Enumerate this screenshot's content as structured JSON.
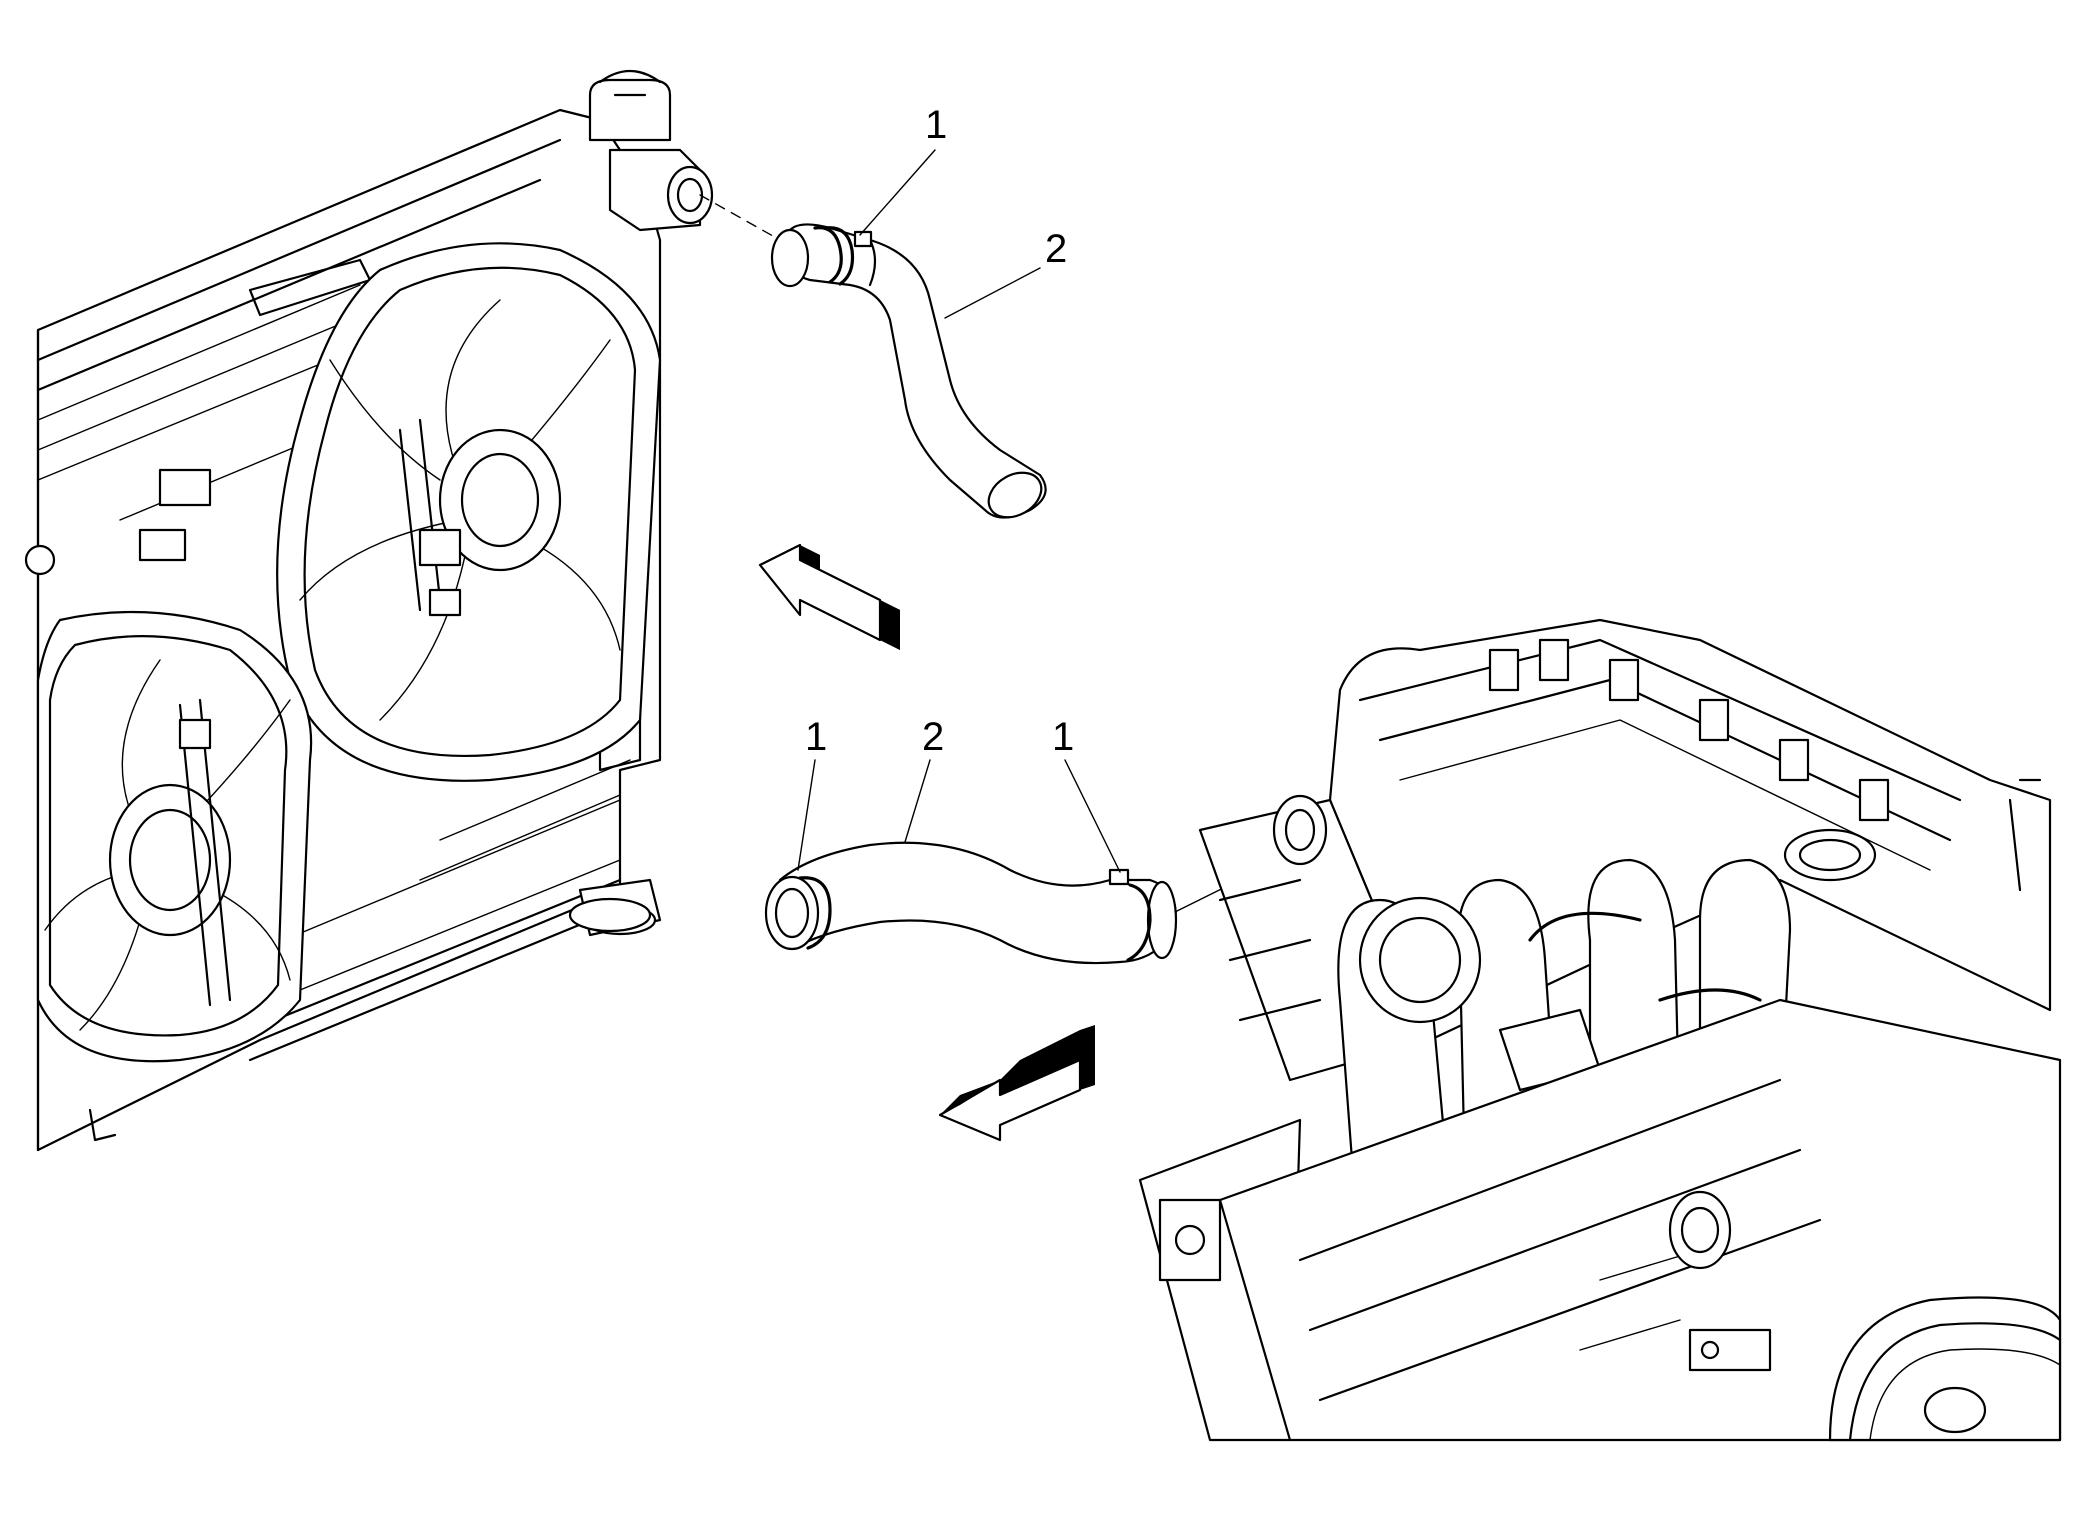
{
  "callouts": {
    "upper_clamp": "1",
    "upper_hose": "2",
    "lower_clamp_left": "1",
    "lower_hose": "2",
    "lower_clamp_right": "1"
  },
  "colors": {
    "line": "#000000",
    "background": "#ffffff"
  }
}
